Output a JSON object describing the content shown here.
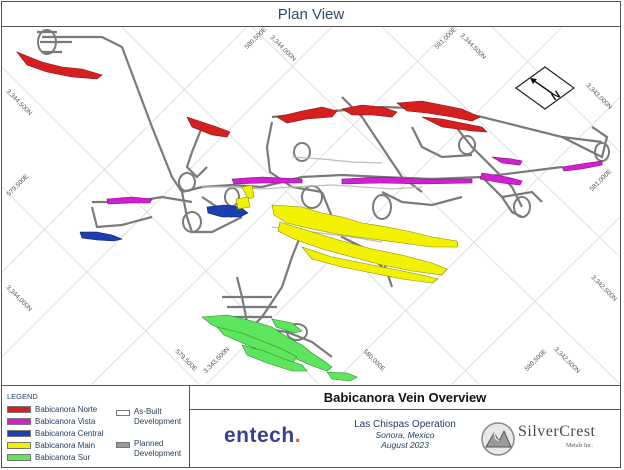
{
  "title": "Plan View",
  "north_label": "N",
  "coordinates": {
    "top": [
      "580,500E",
      "3,344,000N",
      "581,000E",
      "3,344,500N"
    ],
    "right": [
      "3,343,000N",
      "581,000E",
      "3,342,500N"
    ],
    "left": [
      "3,344,500N",
      "579,500E",
      "3,344,000N"
    ],
    "bottom": [
      "579,500E",
      "3,343,500N",
      "580,000E",
      "580,500E",
      "3,342,500N"
    ]
  },
  "legend": {
    "title": "LEGEND",
    "veins": [
      {
        "label": "Babicanora Norte",
        "color": "#d42020"
      },
      {
        "label": "Babicanora Vista",
        "color": "#d21fd2"
      },
      {
        "label": "Babicanora Central",
        "color": "#1a3fb0"
      },
      {
        "label": "Babicanora Main",
        "color": "#f2f200"
      },
      {
        "label": "Babicanora Sur",
        "color": "#5de65d"
      }
    ],
    "development": [
      {
        "label_line1": "As-Built",
        "label_line2": "Development",
        "fill": "#ffffff"
      },
      {
        "label_line1": "Planned",
        "label_line2": "Development",
        "fill": "#9a9a9a"
      }
    ]
  },
  "vein_overview_title": "Babicanora Vein Overview",
  "operation": {
    "name": "Las Chispas Operation",
    "location": "Sonora, Mexico",
    "date": "August 2023"
  },
  "logos": {
    "entech_word": "entech",
    "entech_dot": ".",
    "silvercrest_name": "SilverCrest",
    "silvercrest_sub": "Metals Inc."
  }
}
